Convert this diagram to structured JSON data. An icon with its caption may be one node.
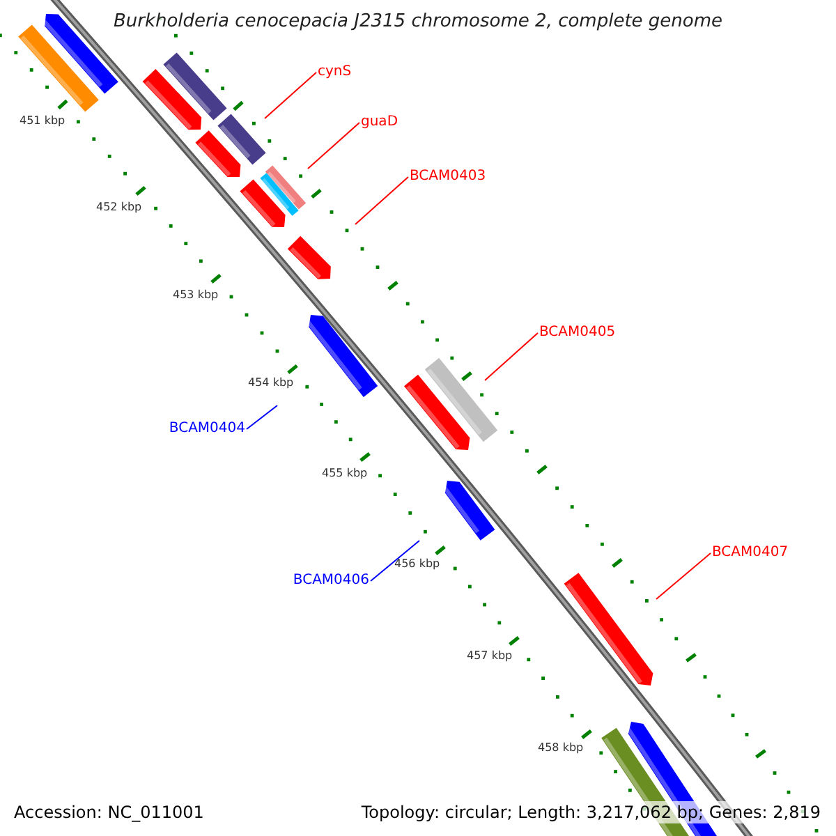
{
  "diagram": {
    "title": "Burkholderia cenocepacia J2315 chromosome 2, complete genome",
    "nodes": [
      {
        "text": [
          "cynS"
        ]
      },
      {
        "text": [
          "guaD"
        ]
      },
      {
        "text": [
          "BCAM0403"
        ]
      },
      {
        "text": [
          "BCAM0405"
        ]
      },
      {
        "text": [
          "BCAM0404"
        ]
      },
      {
        "text": [
          "BCAM0407"
        ]
      },
      {
        "text": [
          "BCAM0406"
        ]
      }
    ],
    "edges": [
      {
        "from": 0,
        "to": null,
        "arrow": "none"
      },
      {
        "from": 1,
        "to": null,
        "arrow": "none"
      },
      {
        "from": 2,
        "to": null,
        "arrow": "none"
      },
      {
        "from": 3,
        "to": null,
        "arrow": "none"
      },
      {
        "from": 4,
        "to": null,
        "arrow": "none",
        "color": "#0000ff"
      },
      {
        "from": 5,
        "to": null,
        "arrow": "none"
      },
      {
        "from": 6,
        "to": null,
        "arrow": "none",
        "color": "#0000ff"
      }
    ],
    "labels": [
      "451 kbp",
      "452 kbp",
      "453 kbp",
      "454 kbp",
      "455 kbp",
      "456 kbp",
      "457 kbp",
      "458 kbp",
      "Accession: NC_011001",
      "Topology: circular; Length: 3,217,062 bp; Genes: 2,819"
    ]
  }
}
